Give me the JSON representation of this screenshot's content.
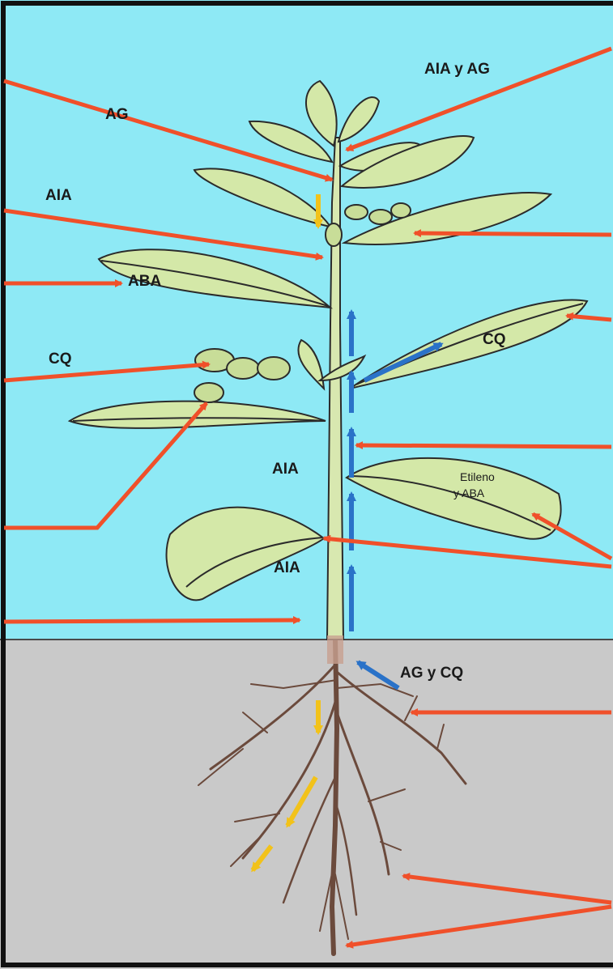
{
  "colors": {
    "sky": "#8ee9f5",
    "soil": "#c9c9c9",
    "frame": "#111111",
    "leaf": "#d4e8a8",
    "leaf_outline": "#2b2b2b",
    "stem": "#d8e8b0",
    "root": "#6b4a3c",
    "callout_arrow": "#f0502a",
    "transport_blue": "#2a72c8",
    "transport_yellow": "#f2c21a"
  },
  "labels": {
    "apex_top": "AIA y AG",
    "apex_left": "AG",
    "upper_left": "AIA",
    "leaf_upper_left": "ABA",
    "fruit_left": "CQ",
    "leaf_right": "CQ",
    "stem_middle": "AIA",
    "stem_lower": "AIA",
    "leaf_lower_right_1": "Etileno",
    "leaf_lower_right_2": "y ABA",
    "root_top": "AG y CQ"
  }
}
